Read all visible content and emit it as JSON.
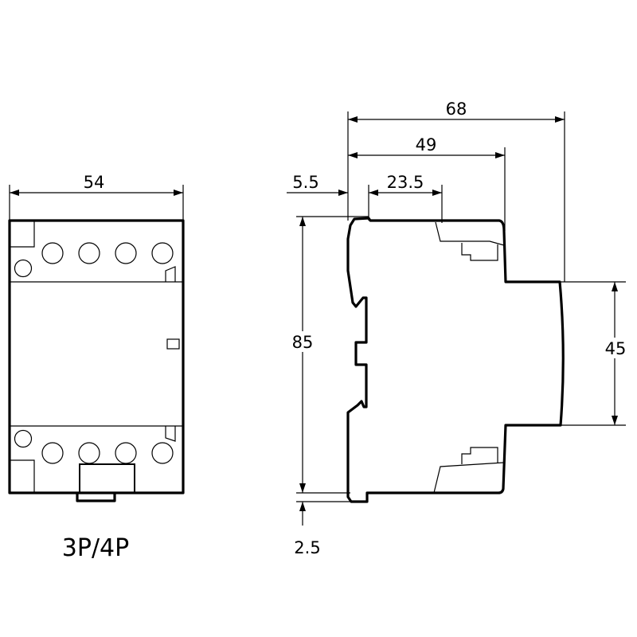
{
  "front_view": {
    "label": "3P/4P",
    "width_dim": "54"
  },
  "side_view": {
    "depth_dim": "68",
    "depth_mid_dim": "49",
    "rail_offset_dim": "5.5",
    "front_offset_dim": "23.5",
    "height_dim": "85",
    "front_height_dim": "45",
    "clip_dim": "2.5"
  },
  "colors": {
    "line": "#000000",
    "background": "#ffffff"
  }
}
